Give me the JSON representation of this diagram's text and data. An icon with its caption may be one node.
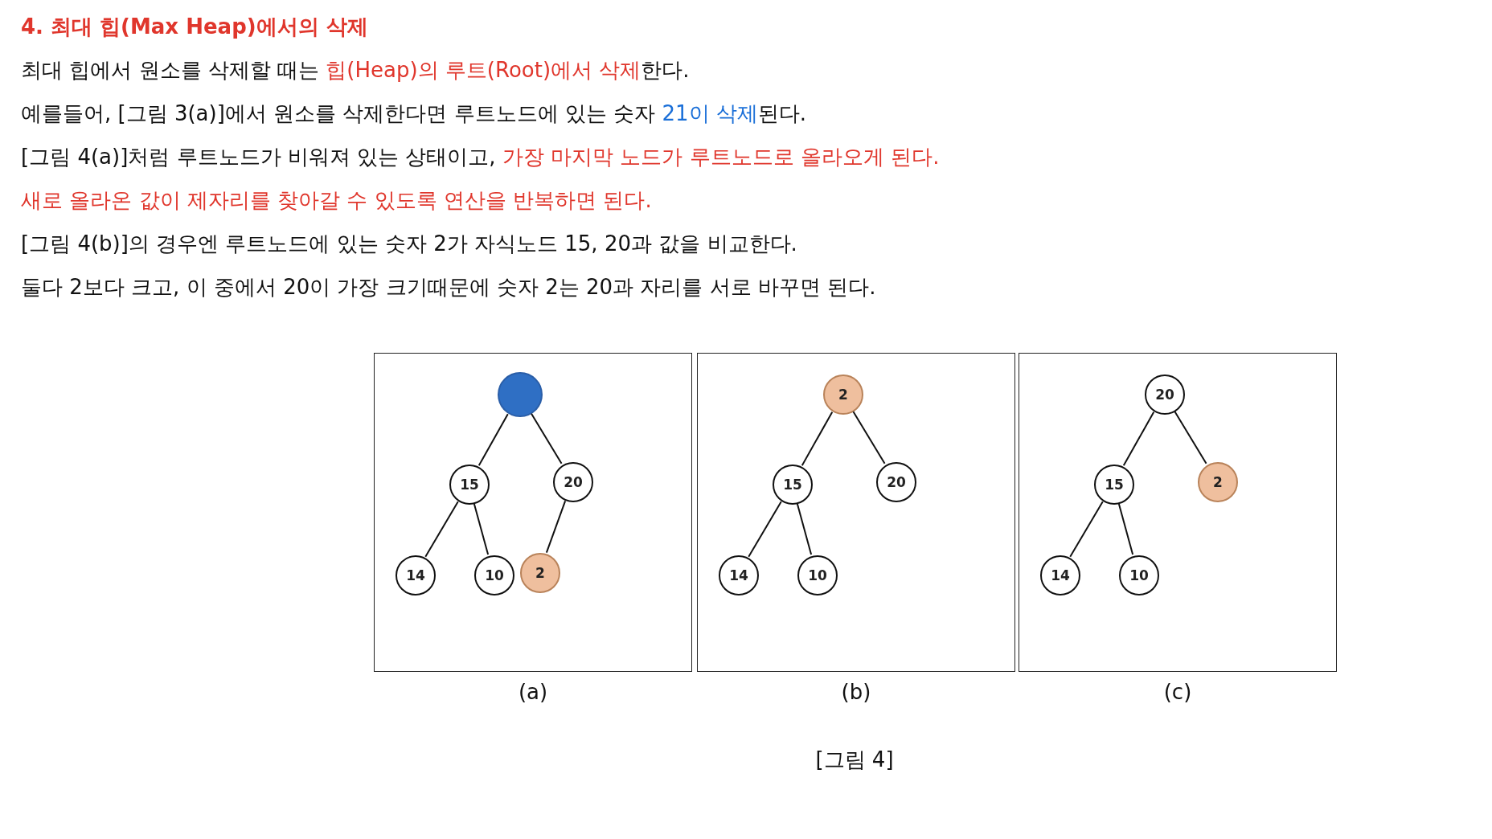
{
  "diagram": {
    "title": "4. 최대 힙(Max Heap)에서의 삭제",
    "caption": "[그림 4]",
    "labels": [
      "최대 힙에서 원소를 삭제할 때는 힙(Heap)의 루트(Root)에서 삭제한다.",
      "예를들어, [그림 3(a)]에서 원소를 삭제한다면 루트노드에 있는 숫자 21이 삭제된다.",
      "[그림 4(a)]처럼 루트노드가 비워져 있는 상태이고, 가장 마지막 노드가 루트노드로 올라오게 된다.",
      "새로 올라온 값이 제자리를 찾아갈 수 있도록 연산을 반복하면 된다.",
      "[그림 4(b)]의 경우엔 루트노드에 있는 숫자 2가 자식노드 15, 20과 값을 비교한다.",
      "둘다 2보다 크고, 이 중에서 20이 가장 크기때문에 숫자 2는 20과 자리를 서로 바꾸면 된다."
    ],
    "nodes": [
      {
        "text": [],
        "shape": "box",
        "beside": [
          "(a)"
        ]
      },
      {
        "text": [],
        "shape": "circle",
        "in": 0
      },
      {
        "text": [
          "15"
        ],
        "in": 0
      },
      {
        "text": [
          "20"
        ],
        "in": 0
      },
      {
        "text": [
          "14"
        ],
        "in": 0
      },
      {
        "text": [
          "10"
        ],
        "in": 0
      },
      {
        "text": [
          "2"
        ],
        "in": 0
      },
      {
        "text": [],
        "shape": "box",
        "beside": [
          "(b)"
        ]
      },
      {
        "text": [
          "2"
        ],
        "in": 7
      },
      {
        "text": [
          "15"
        ],
        "in": 7
      },
      {
        "text": [
          "20"
        ],
        "in": 7
      },
      {
        "text": [
          "14"
        ],
        "in": 7
      },
      {
        "text": [
          "10"
        ],
        "in": 7
      },
      {
        "text": [],
        "shape": "box",
        "beside": [
          "(c)"
        ]
      },
      {
        "text": [
          "20"
        ],
        "in": 13
      },
      {
        "text": [
          "15"
        ],
        "in": 13
      },
      {
        "text": [
          "2"
        ],
        "in": 13
      },
      {
        "text": [
          "14"
        ],
        "in": 13
      },
      {
        "text": [
          "10"
        ],
        "in": 13
      }
    ],
    "edges": [
      {
        "from": 1,
        "to": 2,
        "arrow": "none"
      },
      {
        "from": 1,
        "to": 3,
        "arrow": "none"
      },
      {
        "from": 2,
        "to": 4,
        "arrow": "none"
      },
      {
        "from": 2,
        "to": 5,
        "arrow": "none"
      },
      {
        "from": 3,
        "to": 6,
        "arrow": "none"
      },
      {
        "from": 8,
        "to": 9,
        "arrow": "none"
      },
      {
        "from": 8,
        "to": 10,
        "arrow": "none"
      },
      {
        "from": 9,
        "to": 11,
        "arrow": "none"
      },
      {
        "from": 9,
        "to": 12,
        "arrow": "none"
      },
      {
        "from": 14,
        "to": 15,
        "arrow": "none"
      },
      {
        "from": 14,
        "to": 16,
        "arrow": "none"
      },
      {
        "from": 15,
        "to": 17,
        "arrow": "none"
      },
      {
        "from": 15,
        "to": 18,
        "arrow": "none"
      }
    ]
  }
}
